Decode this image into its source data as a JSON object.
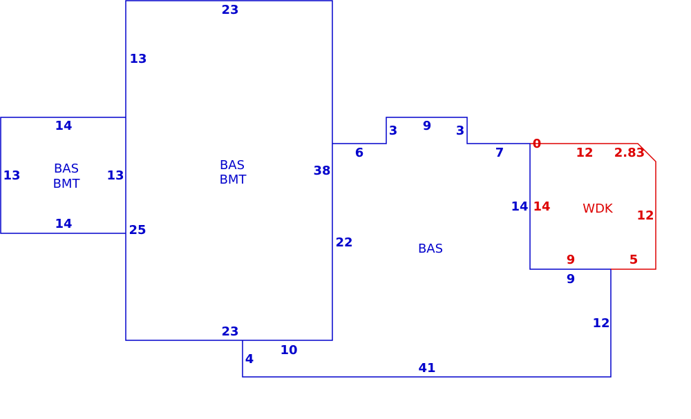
{
  "colors": {
    "building": "#0000cc",
    "deck": "#dd0000",
    "background": "#ffffff"
  },
  "areas": {
    "left": {
      "line1": "BAS",
      "line2": "BMT"
    },
    "center": {
      "line1": "BAS",
      "line2": "BMT"
    },
    "main": {
      "line1": "BAS"
    },
    "deck": {
      "line1": "WDK"
    }
  },
  "dims": {
    "left_top": "14",
    "left_left": "13",
    "left_right": "13",
    "left_bottom": "14",
    "center_top": "23",
    "center_left_upper": "13",
    "center_left_lower": "25",
    "center_right": "38",
    "center_bottom": "23",
    "main_step1": "6",
    "main_bump_left": "3",
    "main_bump_top": "9",
    "main_bump_right": "3",
    "main_step2": "7",
    "main_right_upper": "14",
    "main_right_mid": "9",
    "main_right_lower": "12",
    "main_bottom": "41",
    "main_left_lower": "4",
    "main_bottom_inner": "10",
    "main_left_upper": "22",
    "deck_zero": "0",
    "deck_top": "12",
    "deck_diag": "2.83",
    "deck_left": "14",
    "deck_right": "12",
    "deck_bottom_left": "9",
    "deck_bottom_right": "5"
  }
}
